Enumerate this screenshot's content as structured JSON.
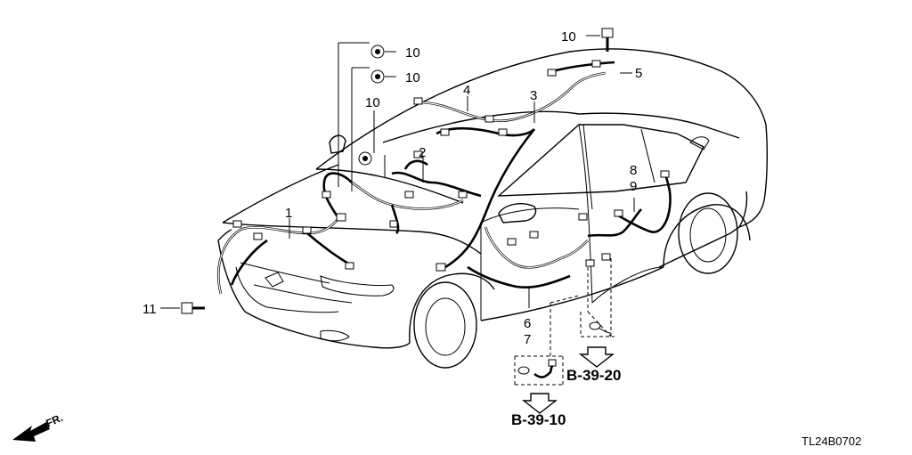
{
  "diagram": {
    "code": "TL24B0702",
    "direction_label": "FR.",
    "callouts": [
      {
        "id": "c1",
        "text": "1"
      },
      {
        "id": "c2",
        "text": "2"
      },
      {
        "id": "c3",
        "text": "3"
      },
      {
        "id": "c4",
        "text": "4"
      },
      {
        "id": "c5",
        "text": "5"
      },
      {
        "id": "c6",
        "text": "6"
      },
      {
        "id": "c7",
        "text": "7"
      },
      {
        "id": "c8",
        "text": "8"
      },
      {
        "id": "c9",
        "text": "9"
      },
      {
        "id": "c10a",
        "text": "10"
      },
      {
        "id": "c10b",
        "text": "10"
      },
      {
        "id": "c10c",
        "text": "10"
      },
      {
        "id": "c10d",
        "text": "10"
      },
      {
        "id": "c11",
        "text": "11"
      }
    ],
    "references": [
      {
        "id": "r1",
        "text": "B-39-20"
      },
      {
        "id": "r2",
        "text": "B-39-10"
      }
    ]
  }
}
